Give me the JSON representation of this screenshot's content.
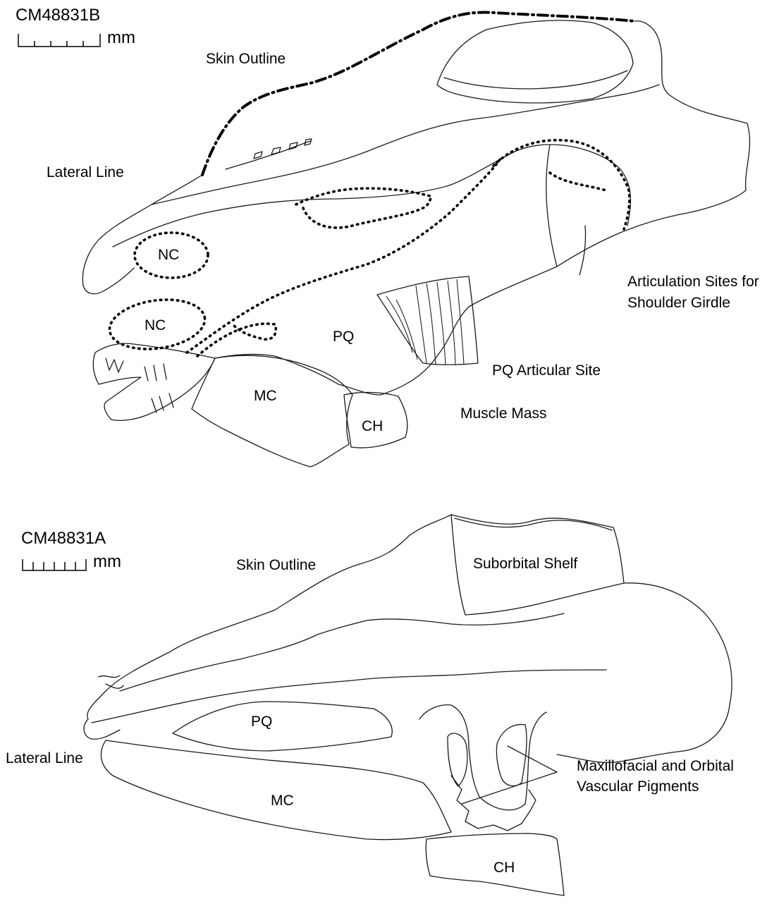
{
  "specimen_b": {
    "id": "CM48831B",
    "scale_unit": "mm",
    "labels": {
      "skin_outline": "Skin Outline",
      "lateral_line": "Lateral Line",
      "nc_upper": "NC",
      "nc_lower": "NC",
      "pq": "PQ",
      "mc": "MC",
      "ch": "CH",
      "articulation_line1": "Articulation Sites for",
      "articulation_line2": "Shoulder Girdle",
      "pq_articular_site": "PQ Articular Site",
      "muscle_mass": "Muscle Mass"
    }
  },
  "specimen_a": {
    "id": "CM48831A",
    "scale_unit": "mm",
    "labels": {
      "skin_outline": "Skin Outline",
      "suborbital_shelf": "Suborbital Shelf",
      "pq": "PQ",
      "mc": "MC",
      "ch": "CH",
      "lateral_line": "Lateral Line",
      "pigments_line1": "Maxillofacial and Orbital",
      "pigments_line2": "Vascular Pigments"
    }
  }
}
